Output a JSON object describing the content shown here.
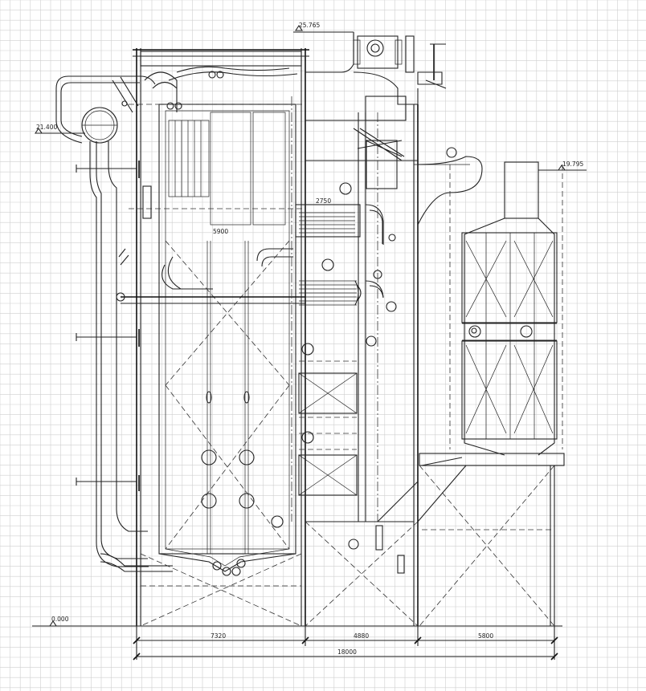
{
  "elevations": {
    "top": "25.765",
    "drum": "21.400",
    "flue_outlet": "19.795",
    "ground": "0.000"
  },
  "dimensions": {
    "furnace_width": "7320",
    "middle_width": "4880",
    "preheater_width": "5800",
    "total_width": "18000",
    "inner_width": "5900",
    "bank_width": "2750"
  }
}
